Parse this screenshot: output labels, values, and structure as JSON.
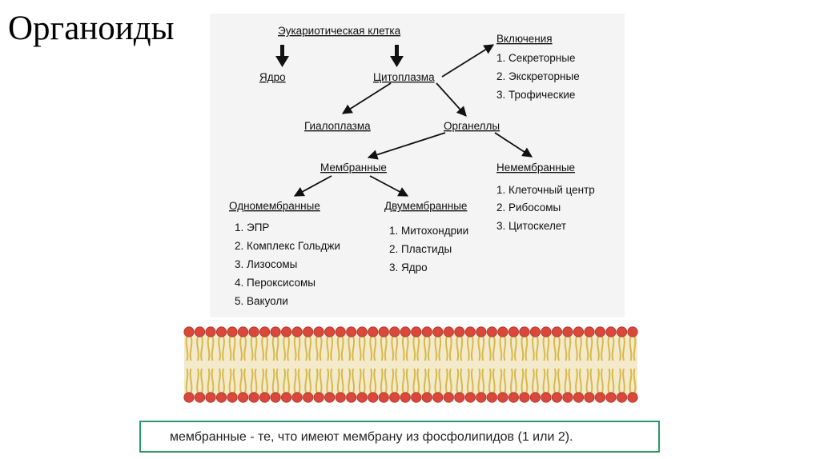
{
  "slide": {
    "title": "Органоиды"
  },
  "diagram": {
    "root": "Эукариотическая клетка",
    "nucleus": "Ядро",
    "cytoplasm": "Цитоплазма",
    "inclusions": {
      "title": "Включения",
      "items": [
        "1. Секреторные",
        "2. Экскреторные",
        "3. Трофические"
      ]
    },
    "hyaloplasm": "Гиалоплазма",
    "organelles": "Органеллы",
    "membrane": "Мембранные",
    "non_membrane": {
      "title": "Немембранные",
      "items": [
        "1. Клеточный центр",
        "2. Рибосомы",
        "3. Цитоскелет"
      ]
    },
    "single_membrane": {
      "title": "Одномембранные",
      "items": [
        "1. ЭПР",
        "2. Комплекс Гольджи",
        "3. Лизосомы",
        "4. Пероксисомы",
        "5. Вакуоли"
      ]
    },
    "double_membrane": {
      "title": "Двумембранные",
      "items": [
        "1. Митохондрии",
        "2. Пластиды",
        "3. Ядро"
      ]
    }
  },
  "bilayer": {
    "head_color": "#d9483a",
    "tail_color": "#d8b84a",
    "band_color": "#ead9a0"
  },
  "caption": {
    "text": "мембранные - те, что имеют мембрану из фосфолипидов (1 или 2)."
  }
}
